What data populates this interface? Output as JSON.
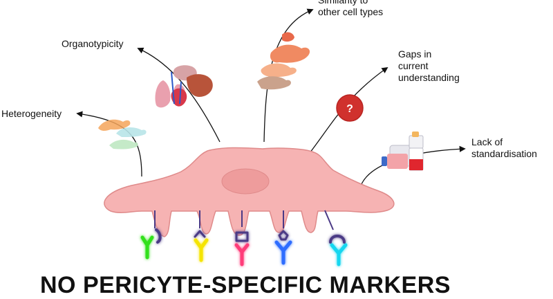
{
  "labels": {
    "similarity": "Similarity to\nother cell types",
    "organotypicity": "Organotypicity",
    "gaps": "Gaps in\ncurrent\nunderstanding",
    "heterogeneity": "Heterogeneity",
    "standardisation": "Lack of\nstandardisation"
  },
  "question_mark": "?",
  "banner": "NO PERICYTE-SPECIFIC MARKERS",
  "colors": {
    "cell_fill": "#f6b3b3",
    "cell_stroke": "#df8a8a",
    "nucleus_fill": "#ee9c9c",
    "question_fill": "#d0312d",
    "antibody_1": "#33e01a",
    "antibody_2": "#f5e400",
    "antibody_3": "#ff3d7a",
    "antibody_4": "#2f6dff",
    "antibody_5": "#19d7f0",
    "receptor": "#4b3a86"
  },
  "icons": [
    "cells-icon",
    "organs-icon",
    "fibroblasts-icon",
    "question-icon",
    "equipment-icon"
  ]
}
